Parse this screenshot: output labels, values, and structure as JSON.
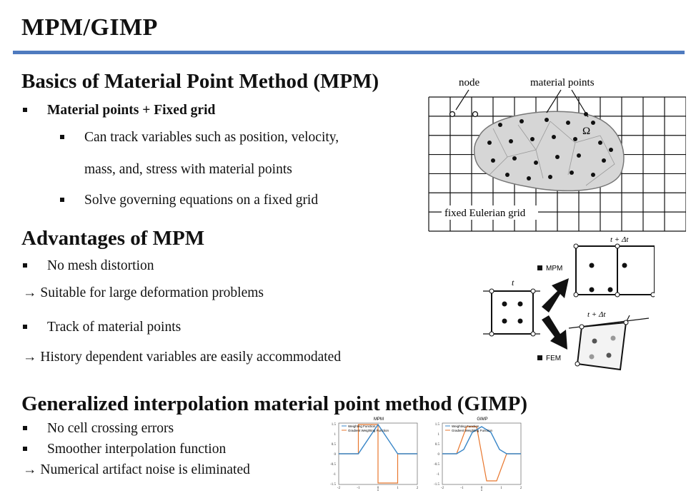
{
  "slide": {
    "title": "MPM/GIMP",
    "accent_color": "#4f7bbf"
  },
  "section1": {
    "heading": "Basics of Material Point Method (MPM)",
    "bullet_main": "Material points + Fixed grid",
    "sub_bullets": [
      "Can track variables such as position, velocity,",
      "mass, and, stress with material points",
      "Solve governing equations on a fixed grid"
    ]
  },
  "diagram1": {
    "label_node": "node",
    "label_material_points": "material points",
    "label_omega": "Ω",
    "label_grid": "fixed Eulerian grid"
  },
  "section2": {
    "heading": "Advantages of MPM",
    "items": [
      "No mesh distortion",
      "→ Suitable for large deformation problems",
      "Track of material points",
      "→ History dependent variables are easily accommodated"
    ]
  },
  "diagram2": {
    "label_t": "t",
    "label_t_dt_top": "t + Δt",
    "label_t_dt_bottom": "t + Δt",
    "label_mpm": "MPM",
    "label_fem": "FEM"
  },
  "section3": {
    "heading": "Generalized interpolation material point method (GIMP)",
    "items": [
      "No cell crossing errors",
      "Smoother interpolation function",
      "→ Numerical artifact noise is eliminated"
    ]
  },
  "plots": {
    "left": {
      "title": "MPM",
      "legend": [
        "Weighting Function",
        "Gradient Weighting Function"
      ],
      "yticks": [
        "1.5",
        "1",
        "0.5",
        "0",
        "-0.5",
        "-1",
        "-1.5"
      ],
      "xticks": [
        "-2",
        "-1",
        "0",
        "1",
        "2"
      ],
      "xlabel": "x"
    },
    "right": {
      "title": "GIMP",
      "legend": [
        "Weighting Function",
        "Gradient Weighting Function"
      ],
      "yticks": [
        "1.5",
        "1",
        "0.5",
        "0",
        "-0.5",
        "-1",
        "-1.5"
      ],
      "xticks": [
        "-2",
        "-1",
        "0",
        "1",
        "2"
      ],
      "xlabel": "x"
    },
    "weight_color": "#3a87c8",
    "gradient_color": "#e8772e"
  }
}
